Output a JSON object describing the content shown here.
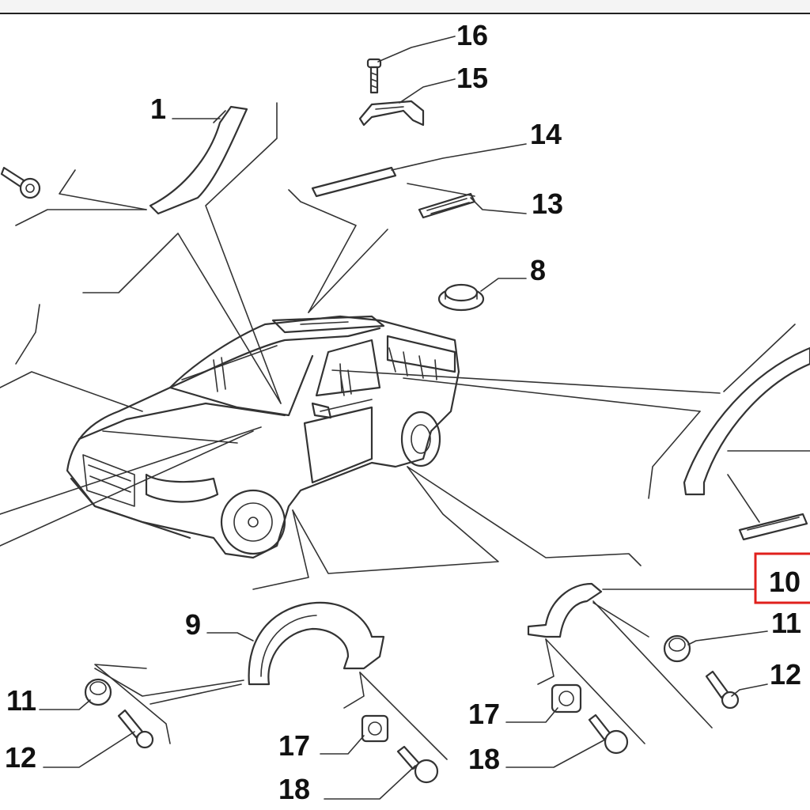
{
  "diagram": {
    "callouts": {
      "c1": "1",
      "c8": "8",
      "c9": "9",
      "c10": "10",
      "c11a": "11",
      "c11b": "11",
      "c12a": "12",
      "c12b": "12",
      "c13": "13",
      "c14": "14",
      "c15": "15",
      "c16": "16",
      "c17a": "17",
      "c17b": "17",
      "c18a": "18",
      "c18b": "18"
    },
    "highlighted_callout": "10",
    "highlight_color": "#e0201c"
  }
}
